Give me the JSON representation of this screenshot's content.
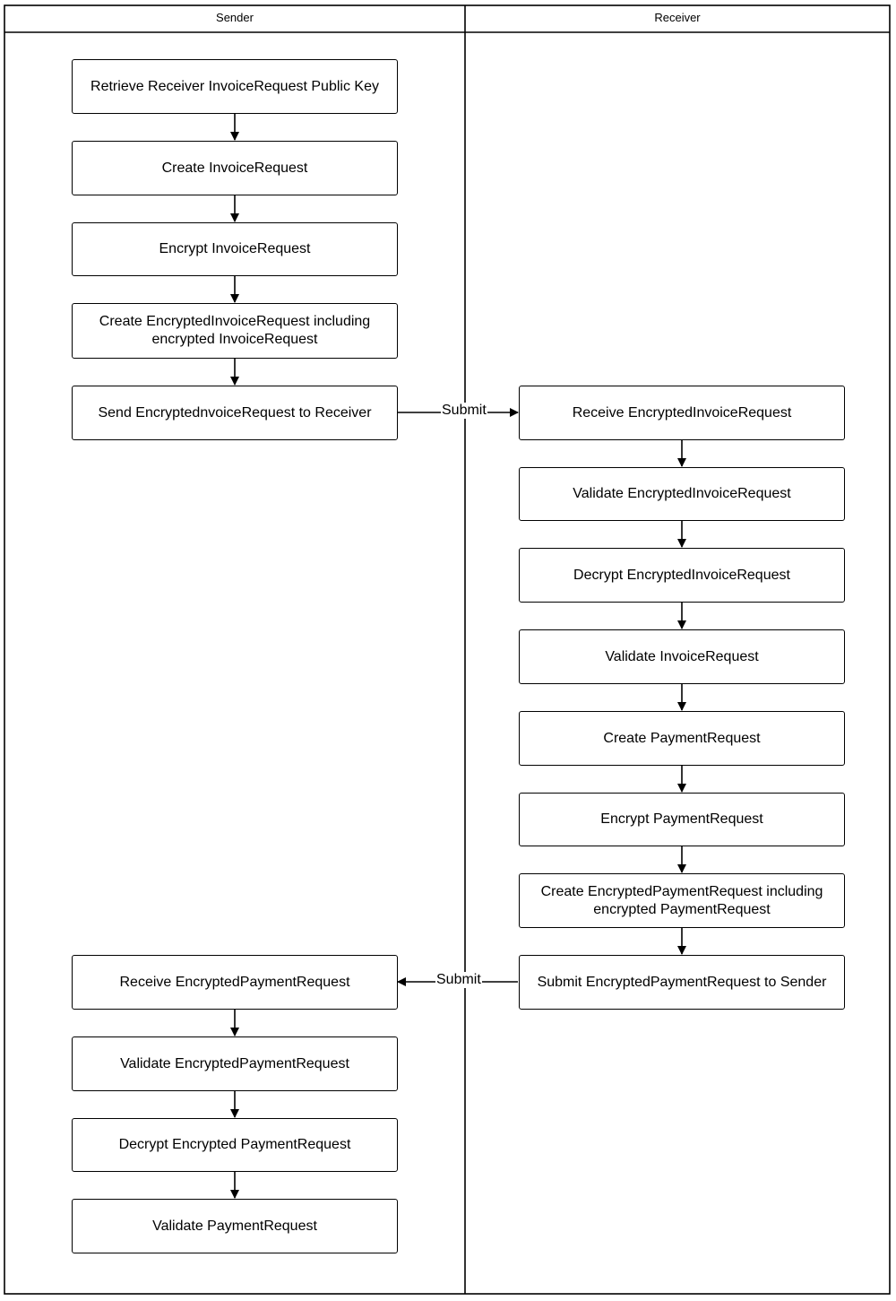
{
  "lanes": {
    "sender": "Sender",
    "receiver": "Receiver"
  },
  "sender_steps": [
    "Retrieve Receiver InvoiceRequest Public Key",
    "Create InvoiceRequest",
    "Encrypt InvoiceRequest",
    "Create EncryptedInvoiceRequest including encrypted InvoiceRequest",
    "Send EncryptednvoiceRequest to Receiver",
    "Receive EncryptedPaymentRequest",
    "Validate EncryptedPaymentRequest",
    "Decrypt Encrypted PaymentRequest",
    "Validate PaymentRequest"
  ],
  "receiver_steps": [
    "Receive EncryptedInvoiceRequest",
    "Validate EncryptedInvoiceRequest",
    "Decrypt EncryptedInvoiceRequest",
    "Validate InvoiceRequest",
    "Create PaymentRequest",
    "Encrypt PaymentRequest",
    "Create EncryptedPaymentRequest including encrypted PaymentRequest",
    "Submit EncryptedPaymentRequest to Sender"
  ],
  "edges": {
    "submit_to_receiver": "Submit",
    "submit_to_sender": "Submit"
  }
}
